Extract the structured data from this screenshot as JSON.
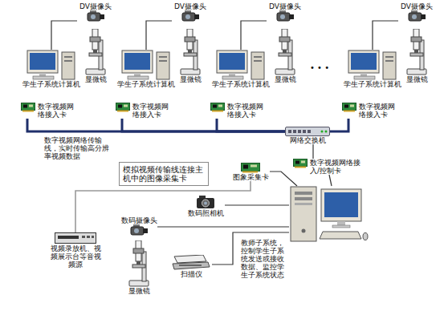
{
  "diagram": {
    "nodes": [
      {
        "text": [
          "DV摄像头"
        ]
      },
      {
        "text": [
          "DV摄像头"
        ]
      },
      {
        "text": [
          "DV摄像头"
        ]
      },
      {
        "text": [
          "DV摄像头"
        ]
      },
      {
        "text": [
          "显微镜"
        ]
      },
      {
        "text": [
          "显微镜"
        ]
      },
      {
        "text": [
          "显微镜"
        ]
      },
      {
        "text": [
          "显微镜"
        ]
      },
      {
        "text": [
          "学生子系统计算机"
        ]
      },
      {
        "text": [
          "学生子系统计算机"
        ]
      },
      {
        "text": [
          "学生子系统计算机"
        ]
      },
      {
        "text": [
          "学生子系统计算机"
        ]
      },
      {
        "text": [
          "数字视频网络接入卡"
        ]
      },
      {
        "text": [
          "数字视频网络接入卡"
        ]
      },
      {
        "text": [
          "数字视频网络接入卡"
        ]
      },
      {
        "text": [
          "数字视频网络接入卡"
        ]
      },
      {
        "text": [
          "网络交换机"
        ]
      },
      {
        "text": [
          "模拟视频传输线连接主机中的图像采集卡"
        ]
      },
      {
        "text": [
          "图象采集卡"
        ]
      },
      {
        "text": [
          "数字视频网络接入/控制卡"
        ]
      },
      {
        "text": [
          "数码摄像头"
        ]
      },
      {
        "text": [
          "数码照相机"
        ]
      },
      {
        "text": [
          "教师子系统，控制学生子系统发送或接收数据、监控学生子系统状态"
        ]
      },
      {
        "text": [
          "视频录放机、视频展示台等音视频源"
        ]
      },
      {
        "text": [
          "显微镜"
        ]
      },
      {
        "text": [
          "扫描仪"
        ]
      }
    ],
    "edges": [
      {
        "from": 0,
        "to": 8,
        "arrow": "none"
      },
      {
        "from": 1,
        "to": 9,
        "arrow": "none"
      },
      {
        "from": 2,
        "to": 10,
        "arrow": "none"
      },
      {
        "from": 3,
        "to": 11,
        "arrow": "none"
      },
      {
        "from": 12,
        "to": 16,
        "arrow": "none"
      },
      {
        "from": 13,
        "to": 16,
        "arrow": "none"
      },
      {
        "from": 14,
        "to": 16,
        "arrow": "none"
      },
      {
        "from": 15,
        "to": 16,
        "arrow": "none"
      },
      {
        "from": 16,
        "to": 19,
        "arrow": "none"
      },
      {
        "from": 19,
        "to": 22,
        "arrow": "none"
      },
      {
        "from": 18,
        "to": 22,
        "arrow": "none"
      },
      {
        "from": 23,
        "to": 18,
        "arrow": "none"
      },
      {
        "from": 20,
        "to": 22,
        "arrow": "none"
      },
      {
        "from": 21,
        "to": 22,
        "arrow": "none"
      },
      {
        "from": 25,
        "to": 22,
        "arrow": "none"
      }
    ],
    "labels": [
      "数字视频网络传输线，实时传输高分辨率视频数据",
      "• • •"
    ]
  }
}
